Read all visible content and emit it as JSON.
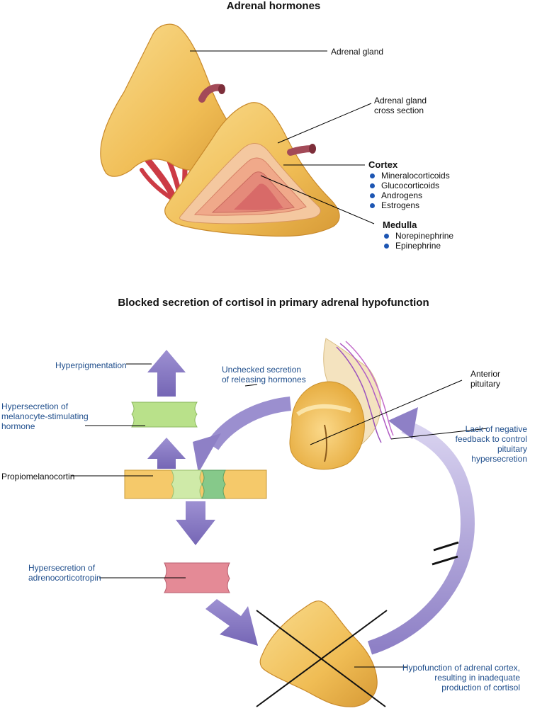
{
  "top": {
    "title": "Adrenal hormones",
    "adrenal_gland": "Adrenal gland",
    "cross_section": [
      "Adrenal gland",
      "cross section"
    ],
    "cortex": {
      "heading": "Cortex",
      "items": [
        "Mineralocorticoids",
        "Glucocorticoids",
        "Androgens",
        "Estrogens"
      ]
    },
    "medulla": {
      "heading": "Medulla",
      "items": [
        "Norepinephrine",
        "Epinephrine"
      ]
    }
  },
  "bottom": {
    "title": "Blocked secretion of cortisol in primary adrenal hypofunction",
    "hyperpigmentation": "Hyperpigmentation",
    "msh": [
      "Hypersecretion of",
      "melanocyte-stimulating",
      "hormone"
    ],
    "unchecked": [
      "Unchecked secretion",
      "of releasing hormones"
    ],
    "anterior_pituitary": [
      "Anterior",
      "pituitary"
    ],
    "lack_feedback": [
      "Lack of negative",
      "feedback to control",
      "pituitary",
      "hypersecretion"
    ],
    "propiomelanocortin": "Propiomelanocortin",
    "acth": [
      "Hypersecretion of",
      "adrenocorticotropin"
    ],
    "hypofunction": [
      "Hypofunction of adrenal cortex,",
      "resulting in inadequate",
      "production of cortisol"
    ]
  },
  "colors": {
    "arrow_purple": "#8e80c6",
    "label_blue": "#1f4e8c",
    "gland_yellow": "#f2c45a",
    "vessel_red": "#cc3b45",
    "bullet_blue": "#1d56b3",
    "pomc_yellow": "#f5c96a",
    "msh_green": "#b9e18a",
    "acth_pink": "#e48a96"
  }
}
